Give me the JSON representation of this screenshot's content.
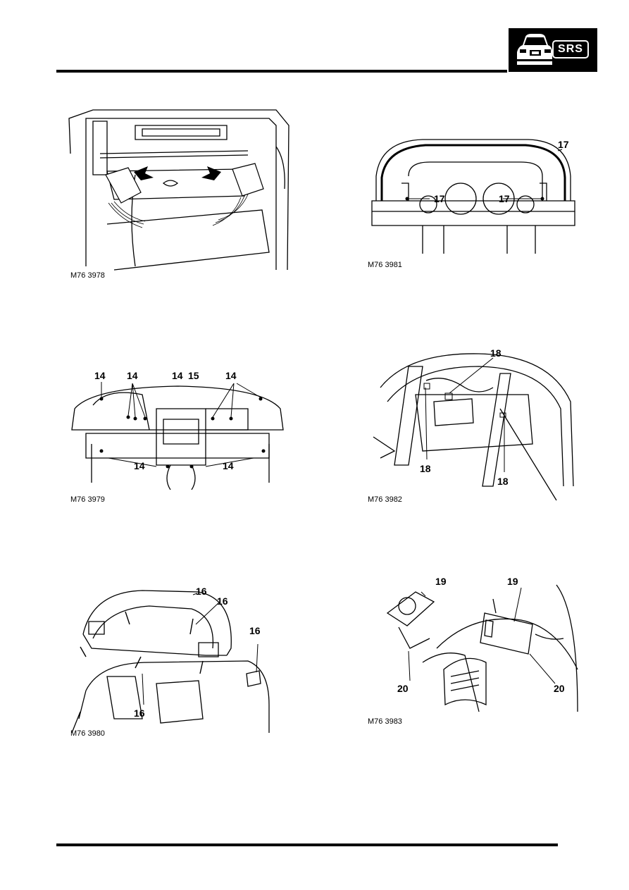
{
  "header": {
    "badge_label": "SRS",
    "badge_icon": "car-front-icon"
  },
  "figures": [
    {
      "id": "M76 3978",
      "callouts": []
    },
    {
      "id": "M76 3981",
      "callouts": [
        "17",
        "17",
        "17"
      ]
    },
    {
      "id": "M76 3979",
      "callouts": [
        "14",
        "14",
        "14",
        "15",
        "14",
        "14",
        "14"
      ]
    },
    {
      "id": "M76 3982",
      "callouts": [
        "18",
        "18",
        "18"
      ]
    },
    {
      "id": "M76 3980",
      "callouts": [
        "16",
        "16",
        "16",
        "16"
      ]
    },
    {
      "id": "M76 3983",
      "callouts": [
        "19",
        "19",
        "20",
        "20"
      ]
    }
  ]
}
